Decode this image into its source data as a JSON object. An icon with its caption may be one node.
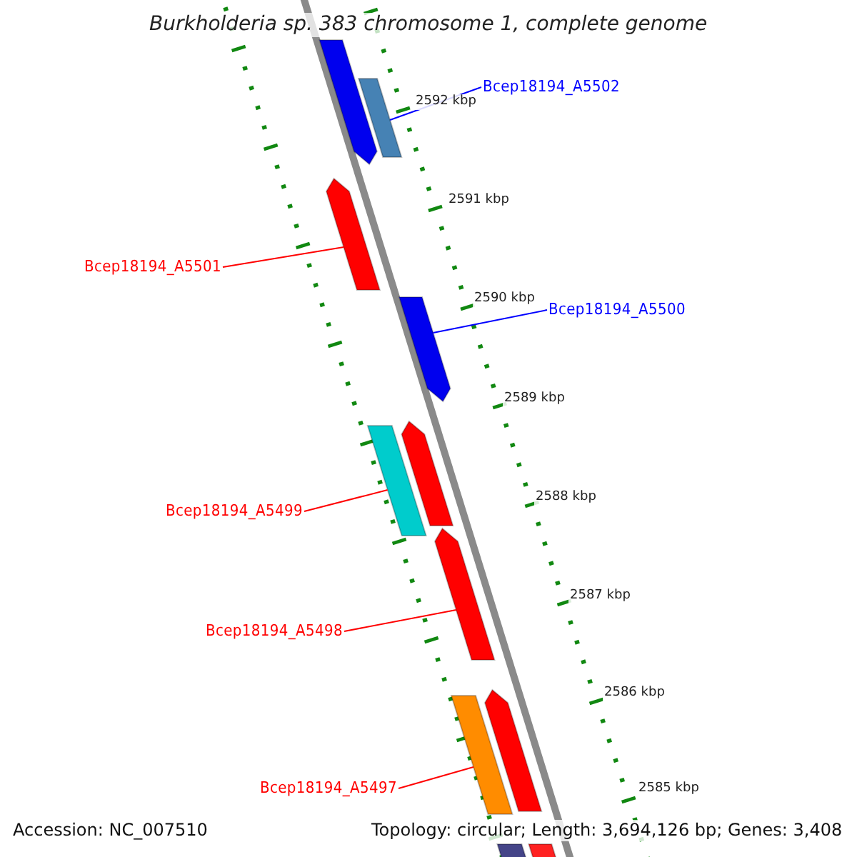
{
  "diagram": {
    "title": "Burkholderia sp. 383 chromosome 1, complete genome",
    "nodes": [
      {
        "text": [
          "Bcep18194_A5502"
        ]
      },
      {
        "text": [
          "Bcep18194_A5501"
        ]
      },
      {
        "text": [
          "Bcep18194_A5500"
        ]
      },
      {
        "text": [
          "Bcep18194_A5499"
        ]
      },
      {
        "text": [
          "Bcep18194_A5498"
        ]
      },
      {
        "text": [
          "Bcep18194_A5497"
        ]
      },
      {
        "text": [],
        "shape": "arrow"
      },
      {
        "text": [],
        "shape": "bar"
      },
      {
        "text": [],
        "shape": "arrow"
      },
      {
        "text": [],
        "shape": "arrow"
      },
      {
        "text": [],
        "shape": "arrow"
      },
      {
        "text": [],
        "shape": "bar"
      },
      {
        "text": [],
        "shape": "arrow"
      },
      {
        "text": [],
        "shape": "arrow"
      },
      {
        "text": [],
        "shape": "bar"
      },
      {
        "text": [],
        "shape": "arrow"
      },
      {
        "text": [],
        "shape": "bar"
      }
    ],
    "edges": [
      {
        "from": 0,
        "to": 7,
        "arrow": "none",
        "color": "#0000ff"
      },
      {
        "from": 1,
        "to": 8,
        "arrow": "none"
      },
      {
        "from": 2,
        "to": 9,
        "arrow": "none",
        "color": "#0000ff"
      },
      {
        "from": 3,
        "to": 11,
        "arrow": "none"
      },
      {
        "from": 4,
        "to": 12,
        "arrow": "none"
      },
      {
        "from": 5,
        "to": 14,
        "arrow": "none"
      }
    ],
    "labels": [
      "2592 kbp",
      "2591 kbp",
      "2590 kbp",
      "2589 kbp",
      "2588 kbp",
      "2587 kbp",
      "2586 kbp",
      "2585 kbp",
      "Accession: NC_007510",
      "Topology: circular; Length: 3,694,126 bp; Genes: 3,408"
    ]
  }
}
